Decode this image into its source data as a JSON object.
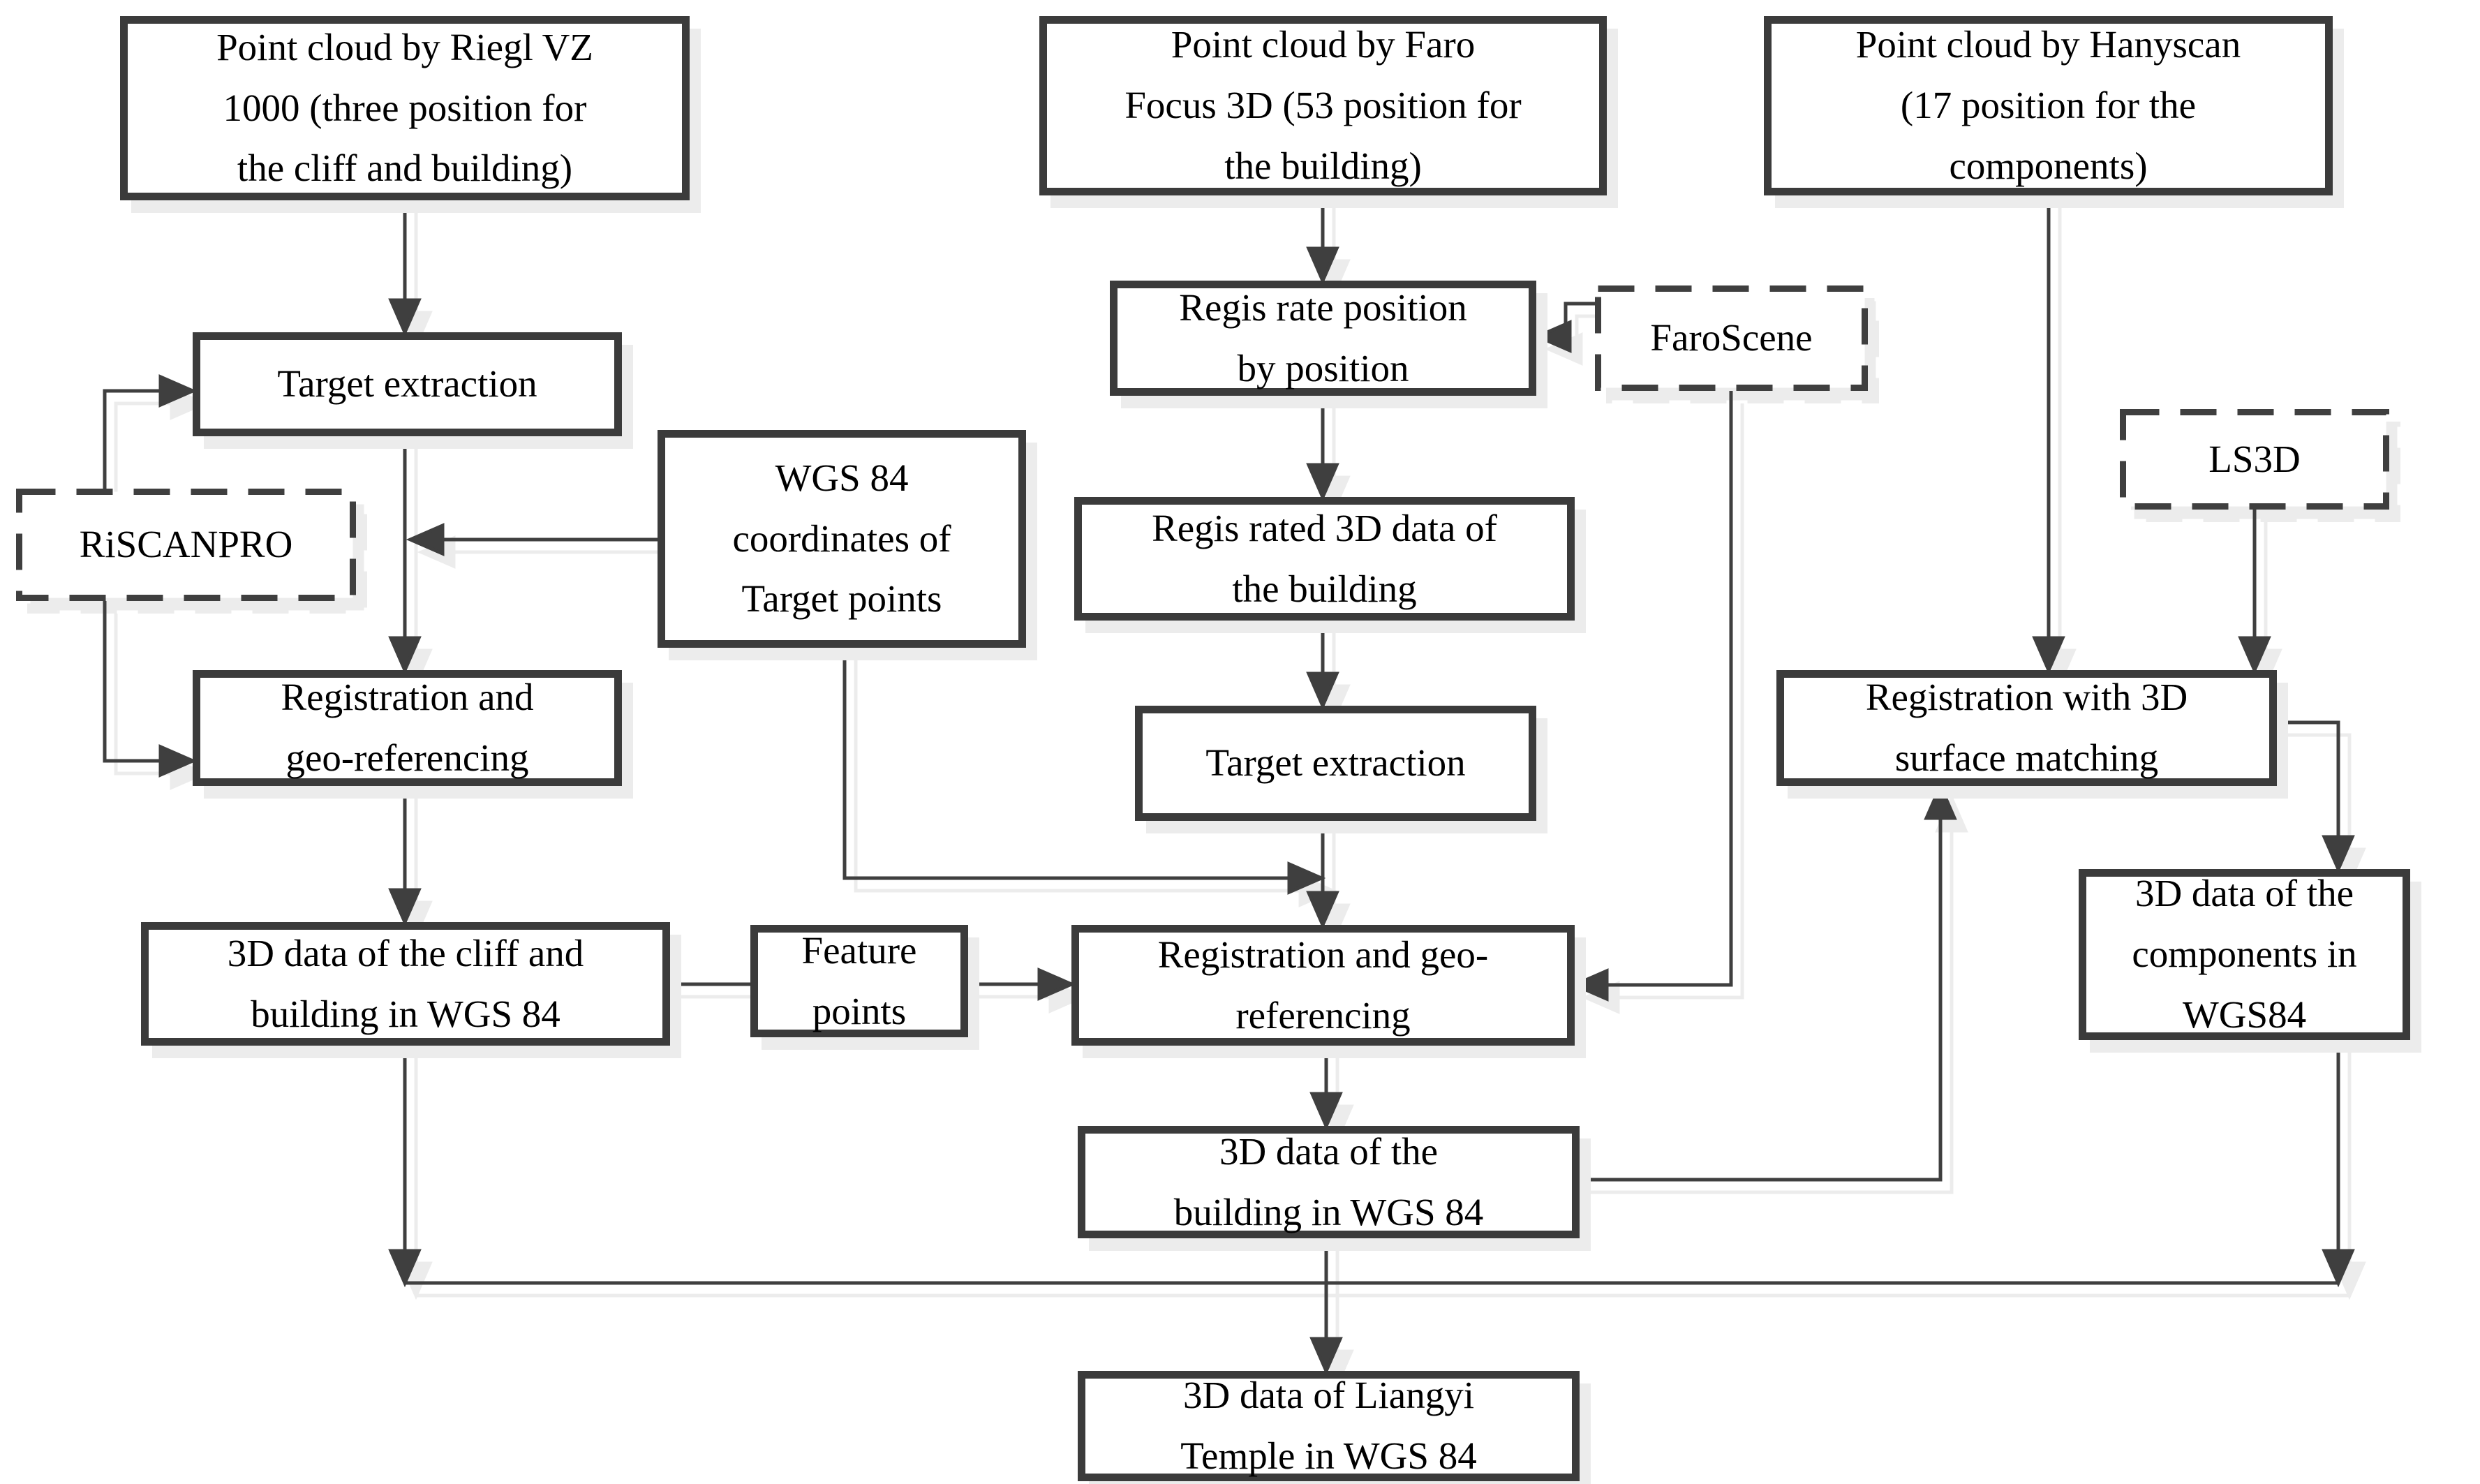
{
  "diagram": {
    "title": "Point cloud registration workflow for Liangyi Temple",
    "colors": {
      "box_border": "#3b3b3b",
      "connector_line": "#3f3f3f",
      "shadow": "#ececec",
      "text": "#000000",
      "background": "#ffffff"
    },
    "boxes": {
      "riegl": {
        "label": "Point cloud by Riegl VZ\n1000 (three position for\nthe cliff and building)",
        "style": "solid"
      },
      "faro": {
        "label": "Point cloud by Faro\nFocus 3D (53 position for\nthe building)",
        "style": "solid"
      },
      "hanyscan": {
        "label": "Point cloud by Hanyscan\n(17 position for the\ncomponents)",
        "style": "solid"
      },
      "target_l": {
        "label": "Target extraction",
        "style": "solid"
      },
      "riscanpro": {
        "label": "RiSCANPRO",
        "style": "dashed"
      },
      "wgs84": {
        "label": "WGS 84\ncoordinates of\nTarget points",
        "style": "solid"
      },
      "regisrate": {
        "label": "Regis rate position\nby position",
        "style": "solid"
      },
      "faroscene": {
        "label": "FaroScene",
        "style": "dashed"
      },
      "regisrated": {
        "label": "Regis rated 3D data of\nthe building",
        "style": "solid"
      },
      "target_m": {
        "label": "Target extraction",
        "style": "solid"
      },
      "ls3d": {
        "label": "LS3D",
        "style": "dashed"
      },
      "regsurface": {
        "label": "Registration with 3D\nsurface matching",
        "style": "solid"
      },
      "reggeo_l": {
        "label": "Registration and\ngeo-referencing",
        "style": "solid"
      },
      "cliff": {
        "label": "3D data of the cliff and\nbuilding in WGS 84",
        "style": "solid"
      },
      "feature": {
        "label": "Feature\npoints",
        "style": "solid"
      },
      "reggeo_c": {
        "label": "Registration and geo-\nreferencing",
        "style": "solid"
      },
      "components": {
        "label": "3D data of the\ncomponents in\nWGS84",
        "style": "solid"
      },
      "building": {
        "label": "3D data of the\nbuilding in WGS 84",
        "style": "solid"
      },
      "liangyi": {
        "label": "3D data of Liangyi\nTemple in WGS 84",
        "style": "solid"
      }
    }
  }
}
